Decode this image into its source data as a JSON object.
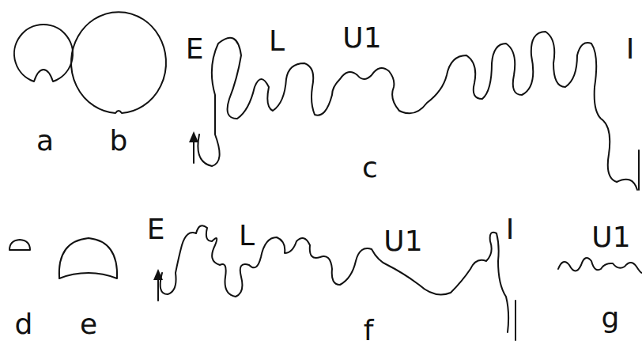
{
  "diagram": {
    "labels": [
      "a",
      "b",
      "E",
      "L",
      "U1",
      "I",
      "c",
      "d",
      "e",
      "E",
      "L",
      "U1",
      "I",
      "f",
      "g",
      "U1"
    ]
  }
}
